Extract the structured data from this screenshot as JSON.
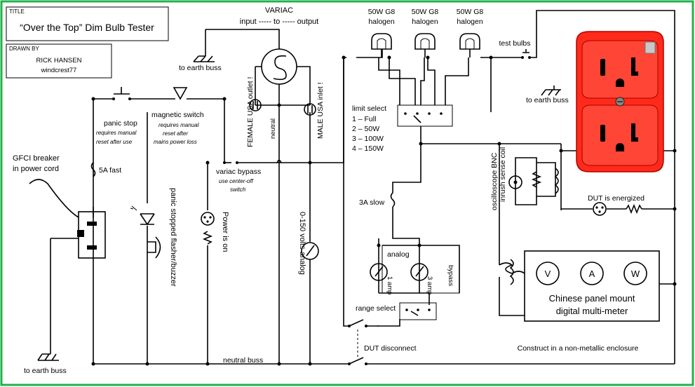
{
  "title_block": {
    "title_caption": "TITLE",
    "title": "“Over the Top” Dim Bulb Tester",
    "drawn_by_caption": "DRAWN BY",
    "author": "RICK HANSEN",
    "handle": "windcrest77"
  },
  "labels": {
    "variac": "VARIAC",
    "variac_io": "input  ----- to ----- output",
    "bulb1": "50W G8",
    "bulb2": "50W G8",
    "bulb3": "50W G8",
    "halogen1": "halogen",
    "halogen2": "halogen",
    "halogen3": "halogen",
    "test_bulbs": "test bulbs",
    "earth_variac": "to earth buss",
    "earth_outlet": "to earth buss",
    "earth_bottom": "to earth buss",
    "gfci_1": "GFCI breaker",
    "gfci_2": "in power cord",
    "panic_stop": "panic stop",
    "panic_stop_note_1": "requires manual",
    "panic_stop_note_2": "reset after use",
    "magnetic_switch": "magnetic switch",
    "magnetic_note_1": "requires manual",
    "magnetic_note_2": "reset after",
    "magnetic_note_3": "mains power loss",
    "fuse_5a": "5A fast",
    "female_outlet": "FEMALE USA outlet !",
    "neutral": "neutral",
    "male_inlet": "MALE USA inlet !",
    "variac_bypass": "variac bypass",
    "bypass_note_1": "use center-off",
    "bypass_note_2": "switch",
    "panic_flasher": "panic stopped flasher/buzzer",
    "power_on": "Power is on",
    "volts_analog": "0-150 volts analog",
    "limit_select": "limit select",
    "limit_options": [
      "1 – Full",
      "2 – 50W",
      "3 – 100W",
      "4 – 150W"
    ],
    "fuse_3a": "3A slow",
    "analog": "analog",
    "amp1": "1 amp",
    "amp3": "3 amp",
    "bypass": "bypass",
    "range_select": "range select",
    "dut_disconnect": "DUT disconnect",
    "neutral_buss": "neutral buss",
    "scope_1": "oscilloscope BNC",
    "scope_2": "inrush sense coil",
    "dut_energized": "DUT is energized",
    "meter_v": "V",
    "meter_a": "A",
    "meter_w": "W",
    "meter_1": "Chinese panel mount",
    "meter_2": "digital multi-meter",
    "enclosure_note": "Construct in a non-metallic enclosure"
  },
  "colors": {
    "frame_border": "#22b14c",
    "outlet_body": "#ff2a1a",
    "wire": "#000000"
  }
}
